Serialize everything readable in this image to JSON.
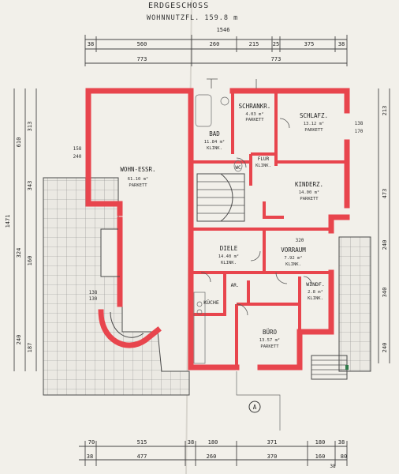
{
  "title": {
    "heading": "ERDGESCHOSS",
    "subtitle": "WOHNNUTZFL. 159.8 m"
  },
  "dimensions_top": {
    "total": "1546",
    "row1": [
      "38",
      "560",
      "260",
      "215",
      "25",
      "375",
      "38"
    ],
    "row2": [
      "773",
      "773"
    ]
  },
  "dimensions_bottom": {
    "row1": [
      "70",
      "515",
      "38",
      "180",
      "371",
      "180",
      "38"
    ],
    "row2": [
      "38",
      "477",
      "260",
      "370",
      "160",
      "38",
      "80"
    ]
  },
  "dimensions_left": [
    "313",
    "343",
    "610",
    "1471",
    "324",
    "160",
    "240",
    "187"
  ],
  "dimensions_right": [
    "213",
    "473",
    "240",
    "340",
    "240"
  ],
  "rooms": [
    {
      "name": "WOHN-ESSR.",
      "area": "61.10 m²",
      "floor": "PARKETT"
    },
    {
      "name": "BAD",
      "area": "11.84 m²",
      "floor": "KLINK."
    },
    {
      "name": "SCHRANKR.",
      "area": "4.03 m²",
      "floor": "PARKETT"
    },
    {
      "name": "SCHLAFZ.",
      "area": "13.12 m²",
      "floor": "PARKETT"
    },
    {
      "name": "WC",
      "area": "",
      "floor": ""
    },
    {
      "name": "FLUR",
      "area": "",
      "floor": "KLINK."
    },
    {
      "name": "KINDERZ.",
      "area": "14.00 m²",
      "floor": "PARKETT"
    },
    {
      "name": "DIELE",
      "area": "14.40 m²",
      "floor": "KLINK."
    },
    {
      "name": "VORRAUM",
      "area": "7.92 m²",
      "floor": "KLINK."
    },
    {
      "name": "AR.",
      "area": "",
      "floor": ""
    },
    {
      "name": "KÜCHE",
      "area": "",
      "floor": ""
    },
    {
      "name": "WINDF.",
      "area": "2.8 m²",
      "floor": "KLINK."
    },
    {
      "name": "BÜRO",
      "area": "13.57 m²",
      "floor": "PARKETT"
    }
  ],
  "annotations": {
    "entrance_marker": "A",
    "side_labels": [
      "158",
      "240",
      "138",
      "130",
      "138",
      "170",
      "320"
    ]
  }
}
